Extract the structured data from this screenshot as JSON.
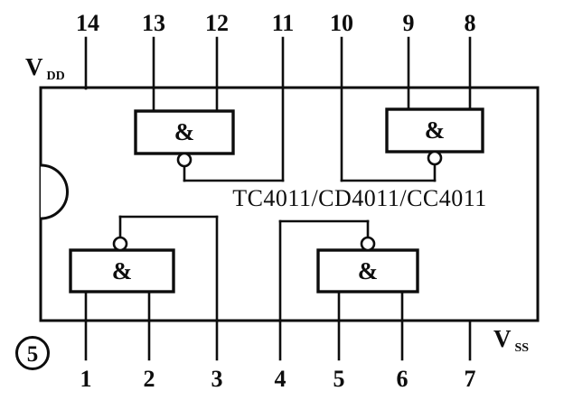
{
  "diagram": {
    "chip_title": "TC4011/CD4011/CC4011",
    "figure_number": "5",
    "gate_symbol": "&",
    "power": {
      "vdd_main": "V",
      "vdd_sub": "DD",
      "vss_main": "V",
      "vss_sub": "SS"
    },
    "pins": {
      "top": [
        "14",
        "13",
        "12",
        "11",
        "10",
        "9",
        "8"
      ],
      "bottom": [
        "1",
        "2",
        "3",
        "4",
        "5",
        "6",
        "7"
      ]
    }
  }
}
